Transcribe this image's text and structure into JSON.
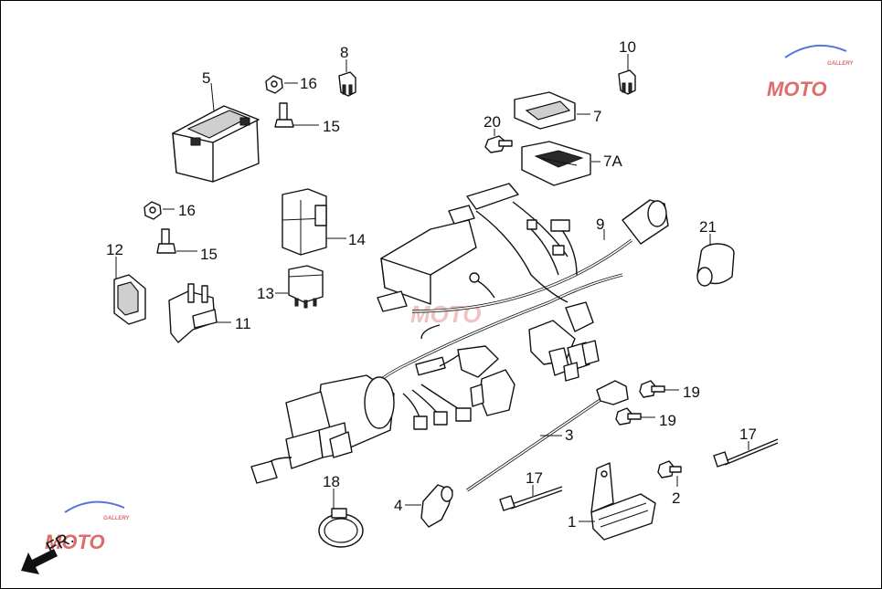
{
  "callouts": {
    "c1": "1",
    "c2": "2",
    "c3": "3",
    "c4": "4",
    "c5": "5",
    "c7": "7",
    "c7a": "7A",
    "c8": "8",
    "c9": "9",
    "c10": "10",
    "c11": "11",
    "c12": "12",
    "c13": "13",
    "c14": "14",
    "c15a": "15",
    "c15b": "15",
    "c16a": "16",
    "c16b": "16",
    "c17a": "17",
    "c17b": "17",
    "c18": "18",
    "c19a": "19",
    "c19b": "19",
    "c20": "20",
    "c21": "21"
  },
  "direction_label": "FR.",
  "watermark": {
    "text": "MOTO",
    "subtext": "GALLERY"
  },
  "colors": {
    "line": "#111111",
    "watermark_red": "#d9534f",
    "watermark_blue": "#3b5bdb"
  }
}
